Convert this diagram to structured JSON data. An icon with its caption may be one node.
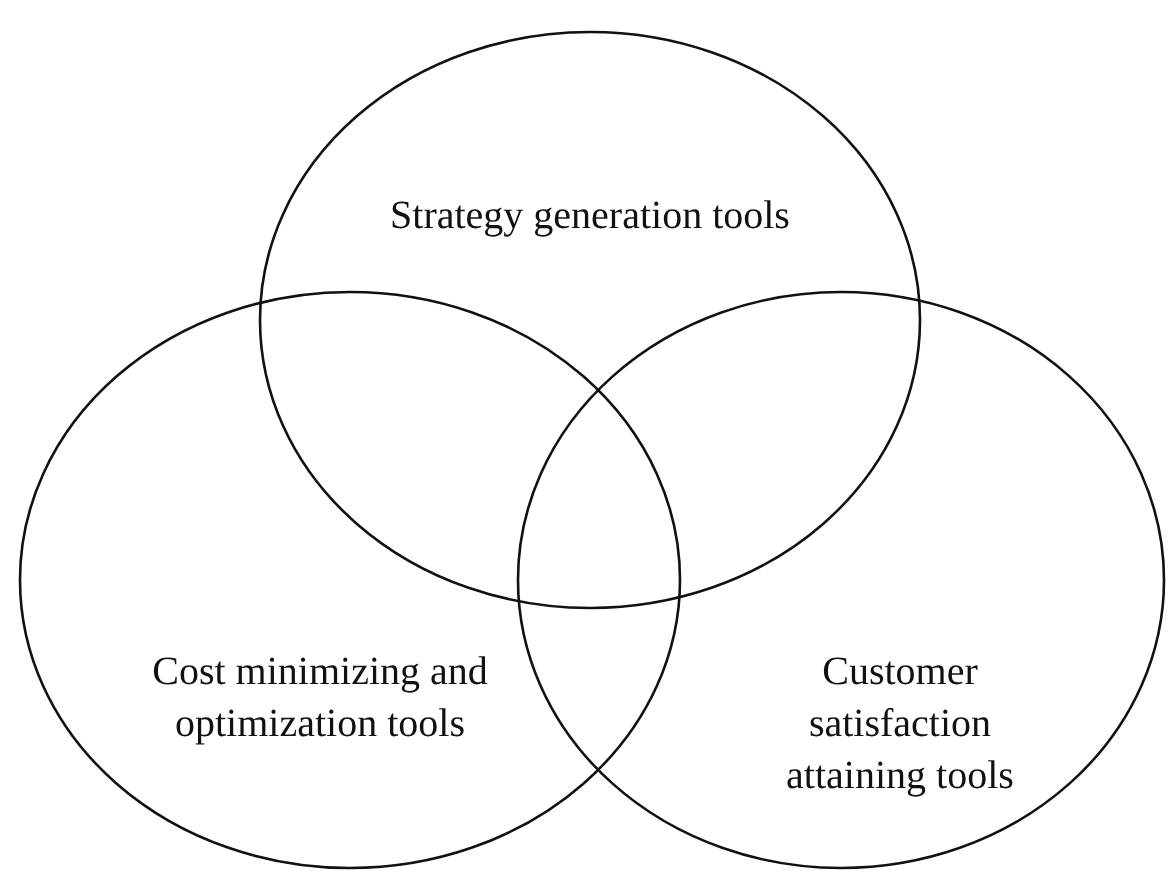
{
  "diagram": {
    "nodes": [
      {
        "text": [
          "Strategy generation tools"
        ]
      },
      {
        "text": [
          "Cost minimizing and optimization tools"
        ]
      },
      {
        "text": [
          "Customer satisfaction attaining tools"
        ]
      }
    ]
  }
}
